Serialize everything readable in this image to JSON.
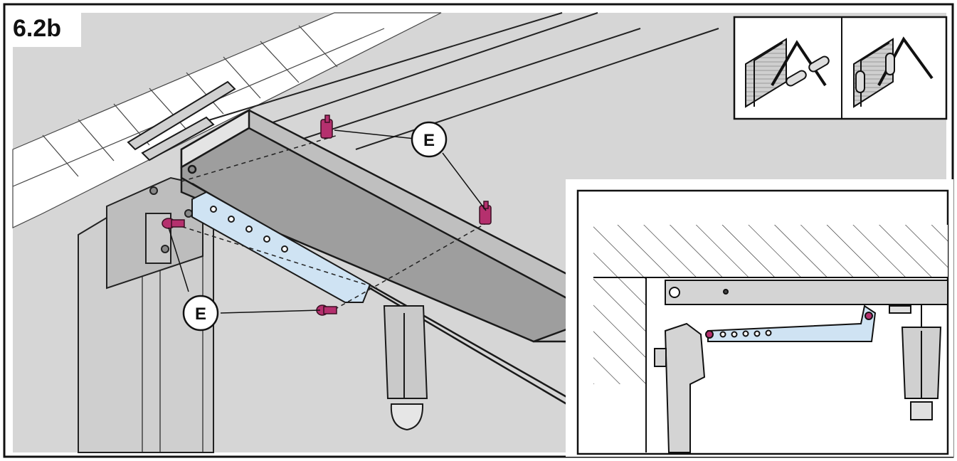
{
  "figure": {
    "step_label": "6.2b",
    "callouts": [
      {
        "id": "top",
        "text": "E"
      },
      {
        "id": "bottom",
        "text": "E"
      }
    ],
    "colors": {
      "fastener": "#b5306e",
      "arm": "#cfe3f3",
      "background": "#d4d4d4",
      "line": "#1a1a1a"
    },
    "icons": [
      "glazed-pane-with-loose-rods",
      "glazed-pane-with-fitted-rods"
    ]
  }
}
